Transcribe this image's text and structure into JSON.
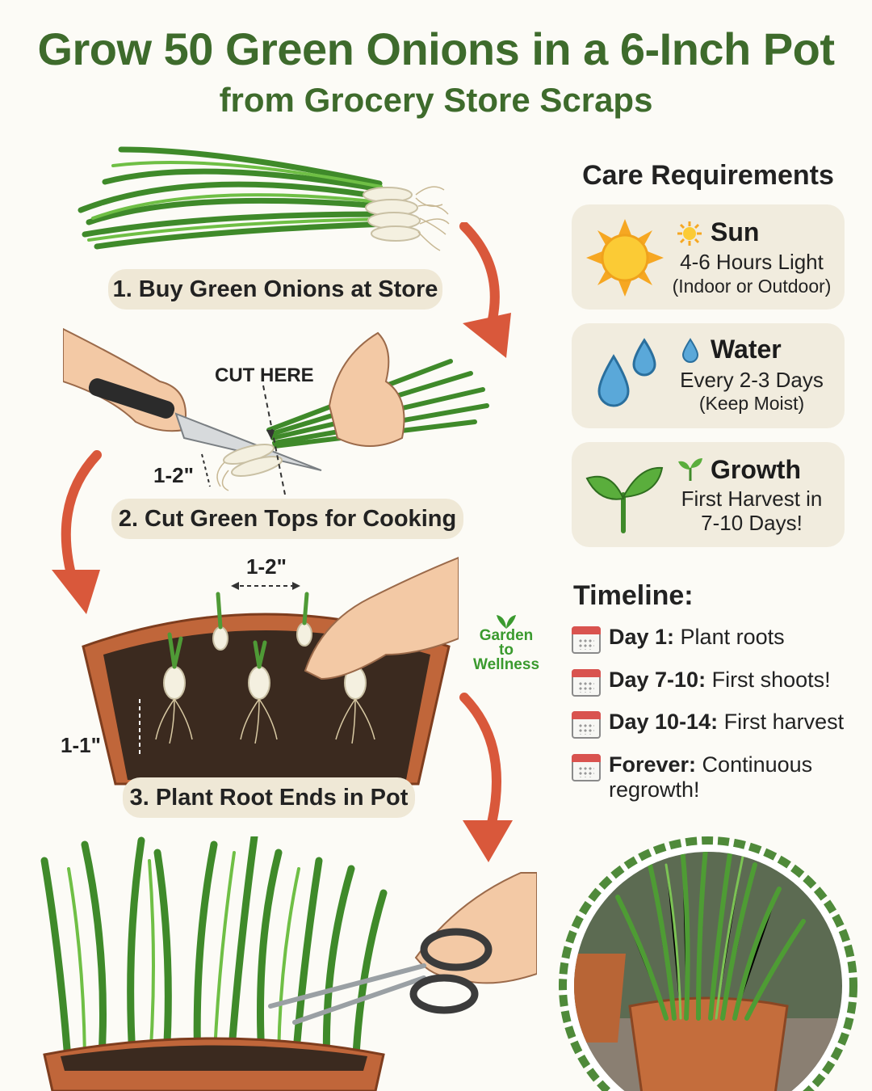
{
  "header": {
    "title": "Grow 50 Green Onions in a 6-Inch Pot",
    "subtitle": "from Grocery Store Scraps"
  },
  "steps": [
    {
      "label": "1. Buy Green Onions at Store"
    },
    {
      "label": "2. Cut Green Tops for Cooking"
    },
    {
      "label": "3. Plant Root Ends in Pot"
    }
  ],
  "annotations": {
    "cut_here": "CUT HERE",
    "cut_length": "1-2\"",
    "spacing": "1-2\"",
    "depth": "1-1\""
  },
  "brand": {
    "line1": "Garden",
    "line2": "to",
    "line3": "Wellness"
  },
  "care": {
    "heading": "Care Requirements",
    "cards": [
      {
        "icon": "sun-icon",
        "title": "Sun",
        "line": "4-6 Hours Light",
        "sub": "(Indoor or Outdoor)"
      },
      {
        "icon": "water-drop-icon",
        "title": "Water",
        "line": "Every 2-3 Days",
        "sub": "(Keep Moist)"
      },
      {
        "icon": "sprout-icon",
        "title": "Growth",
        "line": "First Harvest in",
        "sub": "7-10 Days!"
      }
    ]
  },
  "timeline": {
    "heading": "Timeline:",
    "items": [
      {
        "day": "Day 1:",
        "text": " Plant roots"
      },
      {
        "day": "Day 7-10:",
        "text": " First shoots!"
      },
      {
        "day": "Day 10-14:",
        "text": " First harvest"
      },
      {
        "day": "Forever:",
        "text": " Continuous",
        "text2": "regrowth!"
      }
    ]
  },
  "colors": {
    "title_green": "#3e6b2c",
    "pill_bg": "#efe8d6",
    "card_bg": "#f1ecde",
    "arrow": "#d9583b",
    "terracotta": "#c0663a",
    "soil": "#3b2a1f",
    "leaf": "#4f9a36"
  }
}
